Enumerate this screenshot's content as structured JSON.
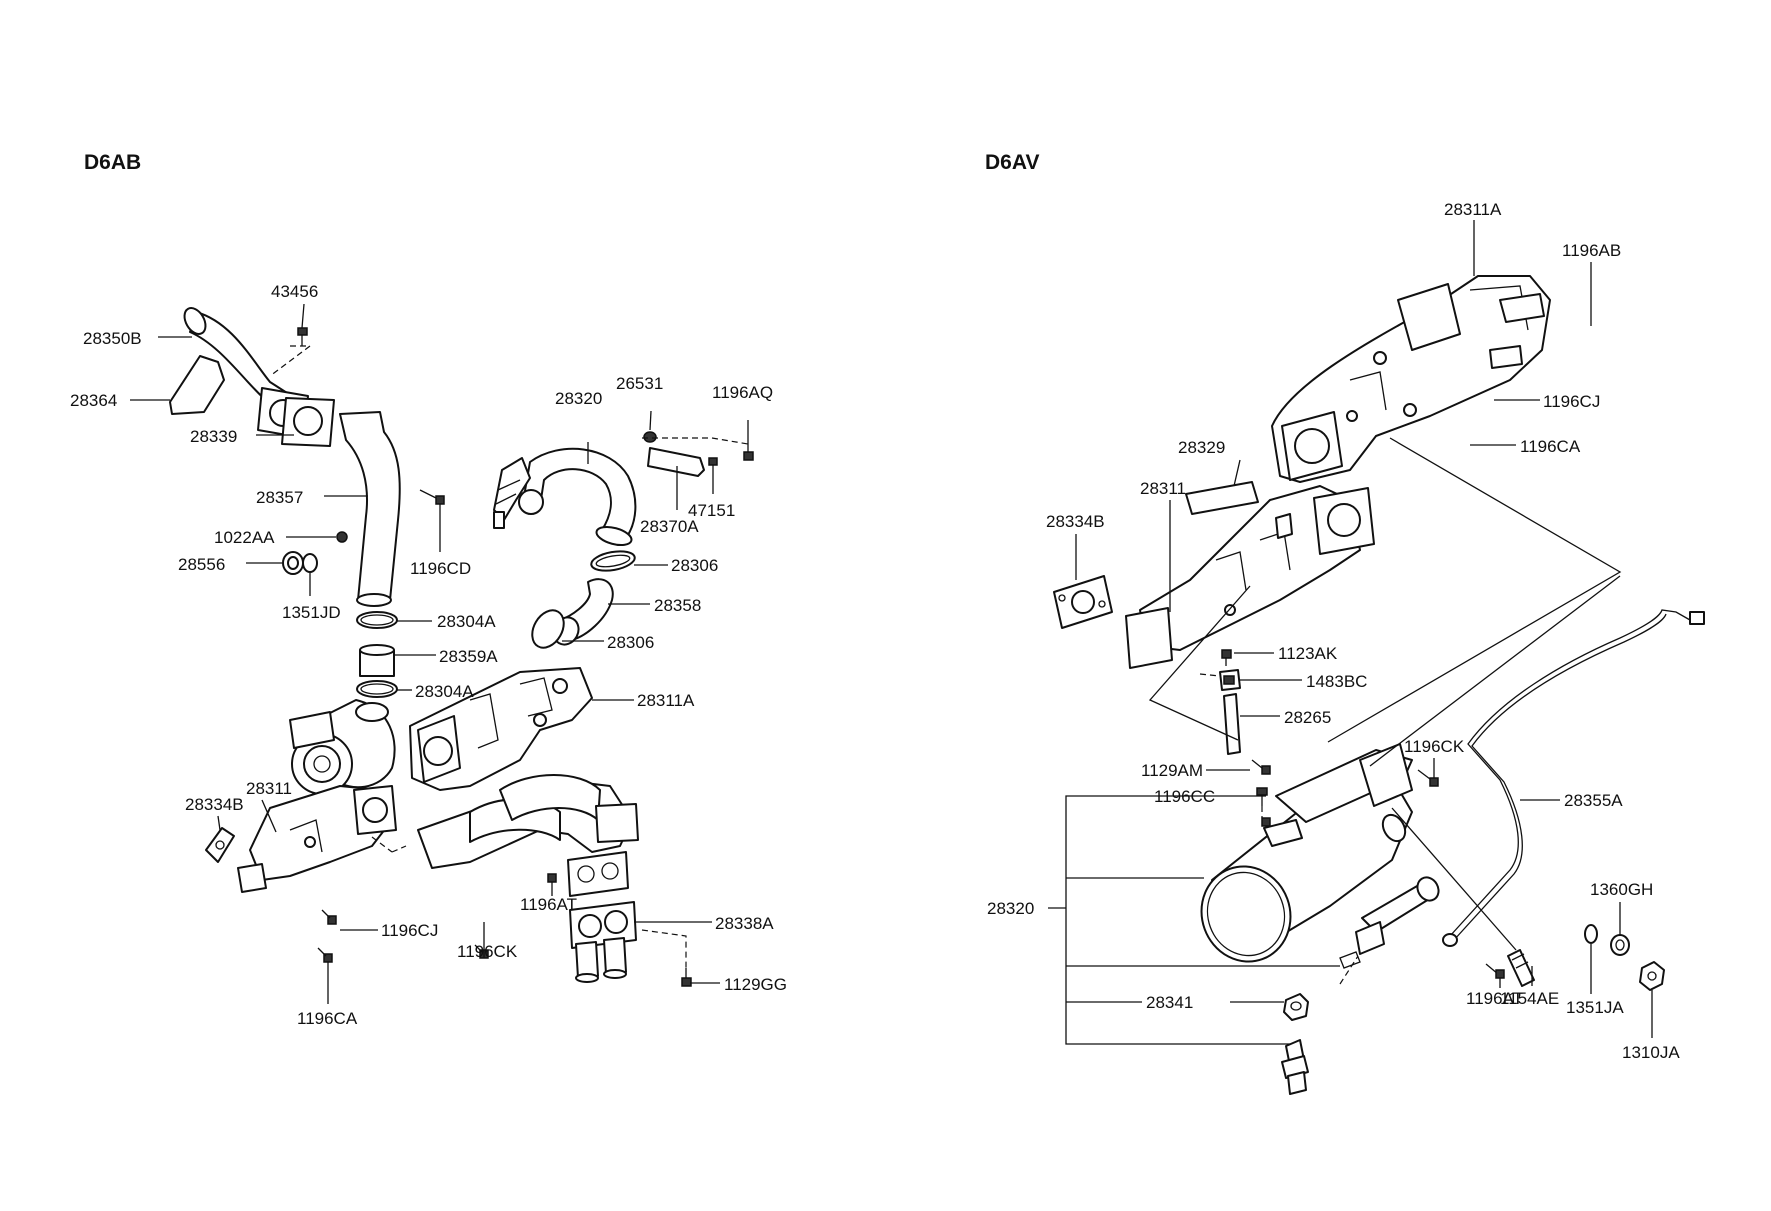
{
  "sections": {
    "left_title": "D6AB",
    "right_title": "D6AV"
  },
  "labels": {
    "p43456": "43456",
    "p28350B": "28350B",
    "p28364": "28364",
    "p28339": "28339",
    "p28357": "28357",
    "p1022AA": "1022AA",
    "p28556": "28556",
    "p1351JD": "1351JD",
    "p1196CD": "1196CD",
    "p28304A_1": "28304A",
    "p28359A": "28359A",
    "p28304A_2": "28304A",
    "p28320_L": "28320",
    "p26531": "26531",
    "p1196AQ": "1196AQ",
    "p47151": "47151",
    "p28370A": "28370A",
    "p28306_1": "28306",
    "p28358": "28358",
    "p28306_2": "28306",
    "p28311A_L": "28311A",
    "p28311_L": "28311",
    "p28334B_L": "28334B",
    "p1196CJ_L": "1196CJ",
    "p1196CA_L": "1196CA",
    "p1196CK_L": "1196CK",
    "p1196AT_L": "1196AT",
    "p28338A": "28338A",
    "p1129GG": "1129GG",
    "p28311A_R": "28311A",
    "p1196AB": "1196AB",
    "p1196CJ_R": "1196CJ",
    "p1196CA_R": "1196CA",
    "p28329": "28329",
    "p28311_R": "28311",
    "p28334B_R": "28334B",
    "p1123AK": "1123AK",
    "p1483BC": "1483BC",
    "p28265": "28265",
    "p1129AM": "1129AM",
    "p1196CK_R": "1196CK",
    "p1196CC": "1196CC",
    "p28355A": "28355A",
    "p28320_R": "28320",
    "p1360GH": "1360GH",
    "p1154AE": "1154AE",
    "p1351JA": "1351JA",
    "p1196AT_R": "1196AT",
    "p28341": "28341",
    "p1310JA": "1310JA"
  }
}
